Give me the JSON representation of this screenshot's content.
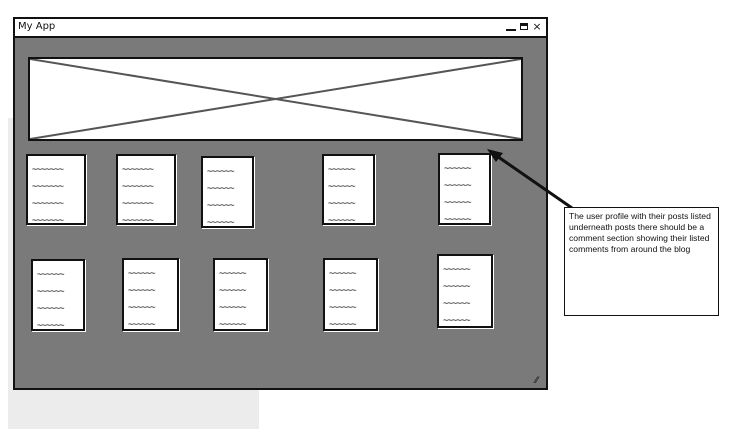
{
  "window": {
    "title": "My App",
    "controls": {
      "minimize": "minimize-icon",
      "maximize": "maximize-icon",
      "close": "close-icon"
    }
  },
  "banner": {
    "kind": "image-placeholder"
  },
  "cards": [
    {
      "lines": [
        "~~~~~~~",
        "~~~~~~~",
        "~~~~~~~",
        "~~~~~~~"
      ]
    },
    {
      "lines": [
        "~~~~~~~",
        "~~~~~~~",
        "~~~~~~~",
        "~~~~~~~"
      ]
    },
    {
      "lines": [
        "~~~~~~",
        "~~~~~~",
        "~~~~~~",
        "~~~~~~"
      ]
    },
    {
      "lines": [
        "~~~~~~",
        "~~~~~~",
        "~~~~~~",
        "~~~~~~"
      ]
    },
    {
      "lines": [
        "~~~~~~",
        "~~~~~~",
        "~~~~~~",
        "~~~~~~"
      ]
    },
    {
      "lines": [
        "~~~~~~",
        "~~~~~~",
        "~~~~~~",
        "~~~~~~"
      ]
    },
    {
      "lines": [
        "~~~~~~",
        "~~~~~~",
        "~~~~~~",
        "~~~~~~"
      ]
    },
    {
      "lines": [
        "~~~~~~",
        "~~~~~~",
        "~~~~~~",
        "~~~~~~"
      ]
    },
    {
      "lines": [
        "~~~~~~",
        "~~~~~~",
        "~~~~~~",
        "~~~~~~"
      ]
    },
    {
      "lines": [
        "~~~~~~",
        "~~~~~~",
        "~~~~~~",
        "~~~~~~"
      ]
    }
  ],
  "callout": {
    "text": "The user profile with their posts listed underneath posts there should be a comment section showing their listed comments from around the blog"
  },
  "colors": {
    "window_bg": "#7a7a7a",
    "border": "#111111",
    "card_bg": "#ffffff"
  }
}
